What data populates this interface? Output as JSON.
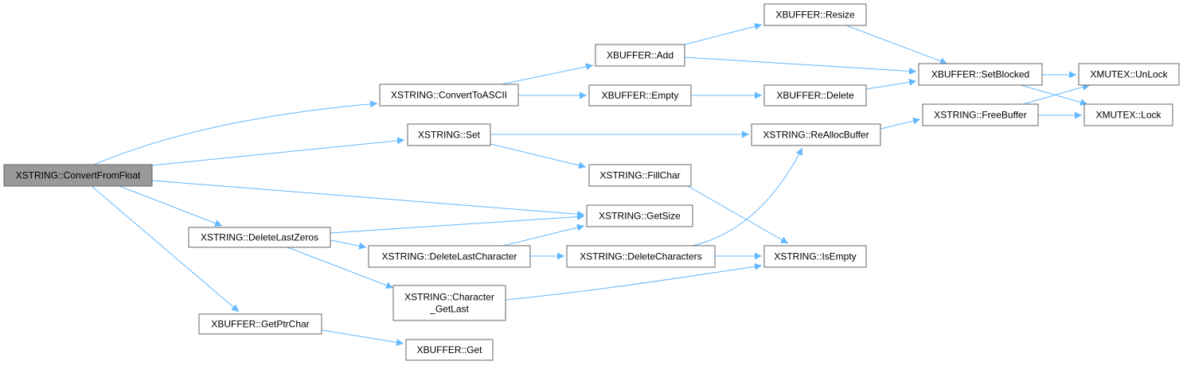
{
  "graph": {
    "colors": {
      "edge": "#63b8ff",
      "node_border": "#666666",
      "node_fill": "#ffffff",
      "root_fill": "#999999"
    },
    "nodes": [
      {
        "id": "convertfromfloat",
        "lines": [
          "XSTRING::ConvertFromFloat"
        ],
        "root": true
      },
      {
        "id": "converttoascii",
        "lines": [
          "XSTRING::ConvertToASCII"
        ]
      },
      {
        "id": "set",
        "lines": [
          "XSTRING::Set"
        ]
      },
      {
        "id": "deletelastzeros",
        "lines": [
          "XSTRING::DeleteLastZeros"
        ]
      },
      {
        "id": "getptrchar",
        "lines": [
          "XBUFFER::GetPtrChar"
        ]
      },
      {
        "id": "add",
        "lines": [
          "XBUFFER::Add"
        ]
      },
      {
        "id": "empty",
        "lines": [
          "XBUFFER::Empty"
        ]
      },
      {
        "id": "fillchar",
        "lines": [
          "XSTRING::FillChar"
        ]
      },
      {
        "id": "getsize",
        "lines": [
          "XSTRING::GetSize"
        ]
      },
      {
        "id": "deletelastcharacter",
        "lines": [
          "XSTRING::DeleteLastCharacter"
        ]
      },
      {
        "id": "character_getlast",
        "lines": [
          "XSTRING::Character",
          "_GetLast"
        ]
      },
      {
        "id": "get",
        "lines": [
          "XBUFFER::Get"
        ]
      },
      {
        "id": "resize",
        "lines": [
          "XBUFFER::Resize"
        ]
      },
      {
        "id": "bufdelete",
        "lines": [
          "XBUFFER::Delete"
        ]
      },
      {
        "id": "reallocbuffer",
        "lines": [
          "XSTRING::ReAllocBuffer"
        ]
      },
      {
        "id": "deletecharacters",
        "lines": [
          "XSTRING::DeleteCharacters"
        ]
      },
      {
        "id": "isempty",
        "lines": [
          "XSTRING::IsEmpty"
        ]
      },
      {
        "id": "setblocked",
        "lines": [
          "XBUFFER::SetBlocked"
        ]
      },
      {
        "id": "freebuffer",
        "lines": [
          "XSTRING::FreeBuffer"
        ]
      },
      {
        "id": "unlock",
        "lines": [
          "XMUTEX::UnLock"
        ]
      },
      {
        "id": "lock",
        "lines": [
          "XMUTEX::Lock"
        ]
      }
    ],
    "edges": [
      {
        "from": "convertfromfloat",
        "to": "converttoascii"
      },
      {
        "from": "convertfromfloat",
        "to": "set"
      },
      {
        "from": "convertfromfloat",
        "to": "getsize"
      },
      {
        "from": "convertfromfloat",
        "to": "deletelastzeros"
      },
      {
        "from": "convertfromfloat",
        "to": "getptrchar"
      },
      {
        "from": "converttoascii",
        "to": "add"
      },
      {
        "from": "converttoascii",
        "to": "empty"
      },
      {
        "from": "add",
        "to": "resize"
      },
      {
        "from": "add",
        "to": "setblocked"
      },
      {
        "from": "resize",
        "to": "setblocked"
      },
      {
        "from": "empty",
        "to": "bufdelete"
      },
      {
        "from": "bufdelete",
        "to": "setblocked"
      },
      {
        "from": "setblocked",
        "to": "unlock"
      },
      {
        "from": "setblocked",
        "to": "lock"
      },
      {
        "from": "set",
        "to": "reallocbuffer"
      },
      {
        "from": "set",
        "to": "fillchar"
      },
      {
        "from": "reallocbuffer",
        "to": "freebuffer"
      },
      {
        "from": "freebuffer",
        "to": "unlock"
      },
      {
        "from": "freebuffer",
        "to": "lock"
      },
      {
        "from": "fillchar",
        "to": "isempty"
      },
      {
        "from": "deletelastzeros",
        "to": "getsize"
      },
      {
        "from": "deletelastzeros",
        "to": "deletelastcharacter"
      },
      {
        "from": "deletelastzeros",
        "to": "character_getlast"
      },
      {
        "from": "deletelastcharacter",
        "to": "getsize"
      },
      {
        "from": "deletelastcharacter",
        "to": "deletecharacters"
      },
      {
        "from": "deletecharacters",
        "to": "reallocbuffer"
      },
      {
        "from": "deletecharacters",
        "to": "isempty"
      },
      {
        "from": "character_getlast",
        "to": "isempty"
      },
      {
        "from": "getptrchar",
        "to": "get"
      }
    ]
  }
}
